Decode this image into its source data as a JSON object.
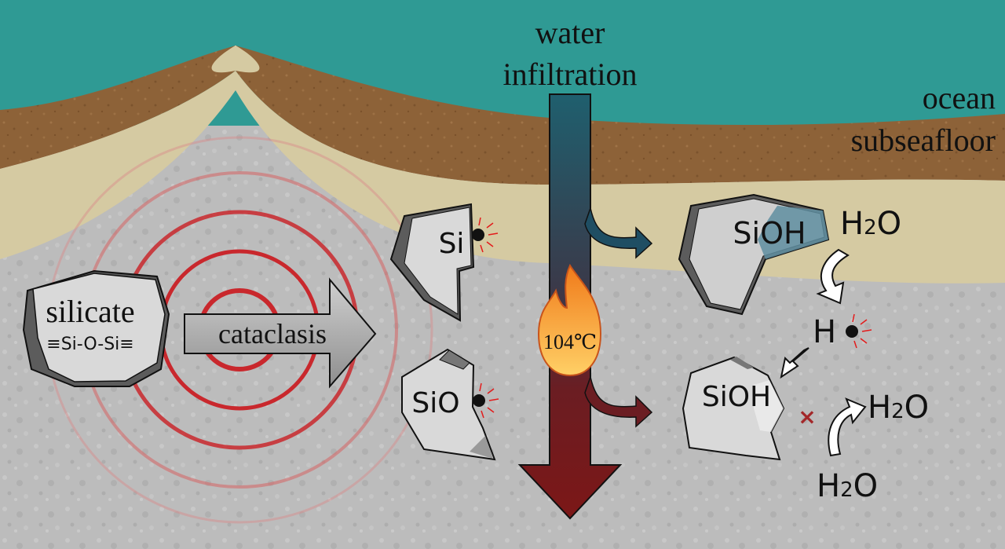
{
  "labels": {
    "water_infiltration_line1": "water",
    "water_infiltration_line2": "infiltration",
    "ocean": "ocean",
    "subseafloor": "subseafloor",
    "silicate": "silicate",
    "silicate_formula": "≡Si-O-Si≡",
    "cataclasis": "cataclasis",
    "temperature": "104℃",
    "si_radical": "Si",
    "sio_radical": "SiO",
    "sioh_top": "SiOH",
    "sioh_bottom": "SiOH",
    "h_radical": "H",
    "h2o_top_h": "H",
    "h2o_top_sub": "2",
    "h2o_top_o": "O",
    "h2o_right_h": "H",
    "h2o_right_sub": "2",
    "h2o_right_o": "O",
    "h2o_bottom_h": "H",
    "h2o_bottom_sub": "2",
    "h2o_bottom_o": "O"
  },
  "colors": {
    "ocean": "#2f9a94",
    "sediment": "#8e6237",
    "crust_light": "#d5caa2",
    "rock": "#bdbdbd",
    "arrow_cool": "#1f4e63",
    "arrow_hot": "#7a1b1b",
    "ring_red": "#c9282d",
    "unpaired_electron": "#e31b1b",
    "blocked_mark": "#a3282a"
  }
}
